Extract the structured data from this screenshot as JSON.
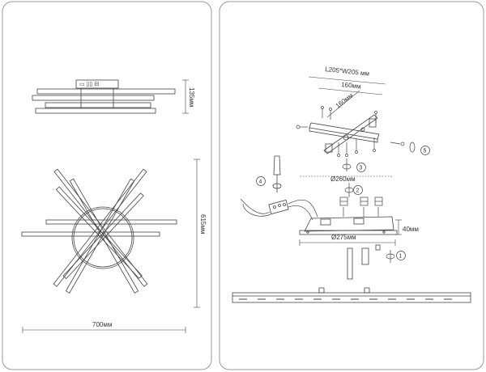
{
  "left_panel": {
    "side_height_label": "135мм",
    "top_height_label": "615мм",
    "top_width_label": "700мм"
  },
  "right_panel": {
    "plate_size_label": "L205*W205 мм",
    "arm_length_label_1": "160мм",
    "arm_length_label_2": "160мм",
    "base_diameter_label": "Ø260мм",
    "base_width_label": "Ø275мм",
    "base_height_label": "40мм",
    "steps": [
      "1",
      "2",
      "3",
      "4",
      "5"
    ]
  },
  "colors": {
    "stroke": "#444444",
    "panel_border": "#999999"
  }
}
